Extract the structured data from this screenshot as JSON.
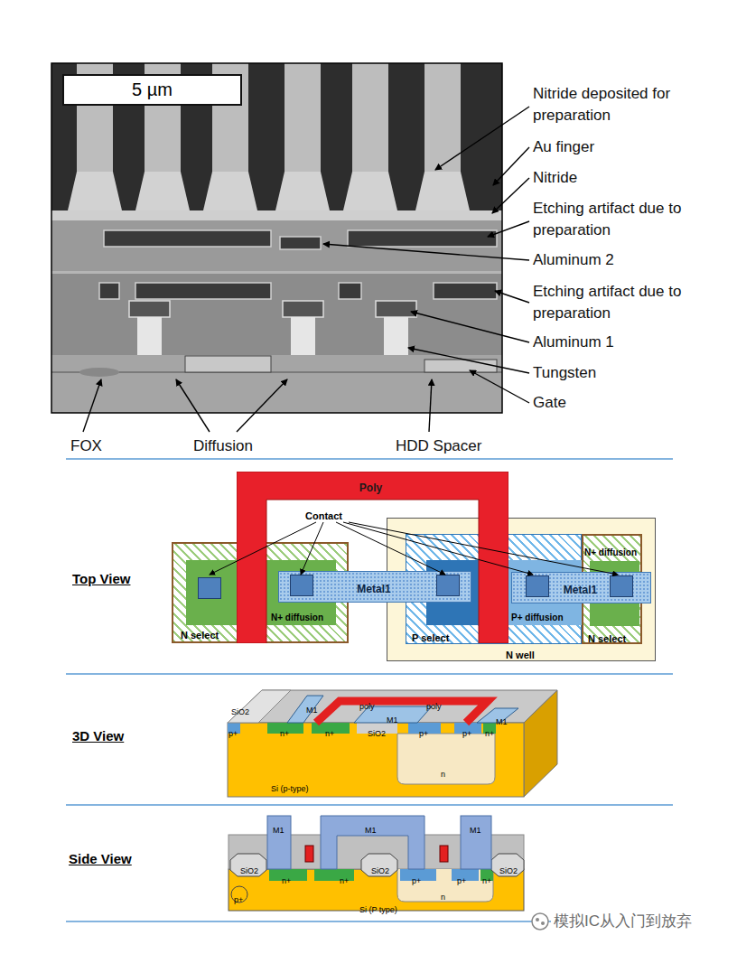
{
  "diagram": {
    "nodes": [
      {
        "text": [
          "5 µm"
        ]
      },
      {
        "text": [
          "N select"
        ]
      },
      {
        "text": [
          "N well"
        ]
      },
      {
        "text": [
          "P select"
        ],
        "in": 2
      },
      {
        "text": [
          "N select"
        ],
        "in": 2
      },
      {
        "text": [
          "Poly"
        ]
      },
      {
        "text": [
          "Metal1"
        ]
      },
      {
        "text": [
          "Metal1"
        ],
        "in": 2
      }
    ],
    "labels": [
      "Nitride deposited for preparation",
      "Au finger",
      "Nitride",
      "Etching artifact due to preparation",
      "Aluminum 2",
      "Etching artifact due to preparation",
      "Aluminum 1",
      "Tungsten",
      "Gate",
      "FOX",
      "Diffusion",
      "HDD Spacer",
      "Top View",
      "Contact",
      "N+ diffusion",
      "P+ diffusion",
      "N+ diffusion",
      "3D View",
      "SiO2",
      "M1",
      "poly",
      "poly",
      "M1",
      "M1",
      "p+",
      "n+",
      "n+",
      "SiO2",
      "p+",
      "p+",
      "n+",
      "Si (p-type)",
      "n",
      "Side View",
      "M1",
      "M1",
      "M1",
      "SiO2",
      "n+",
      "n+",
      "SiO2",
      "p+",
      "p+",
      "n+",
      "SiO2",
      "p+",
      "n",
      "Si (P type)",
      "模拟IC从入门到放弃"
    ]
  }
}
